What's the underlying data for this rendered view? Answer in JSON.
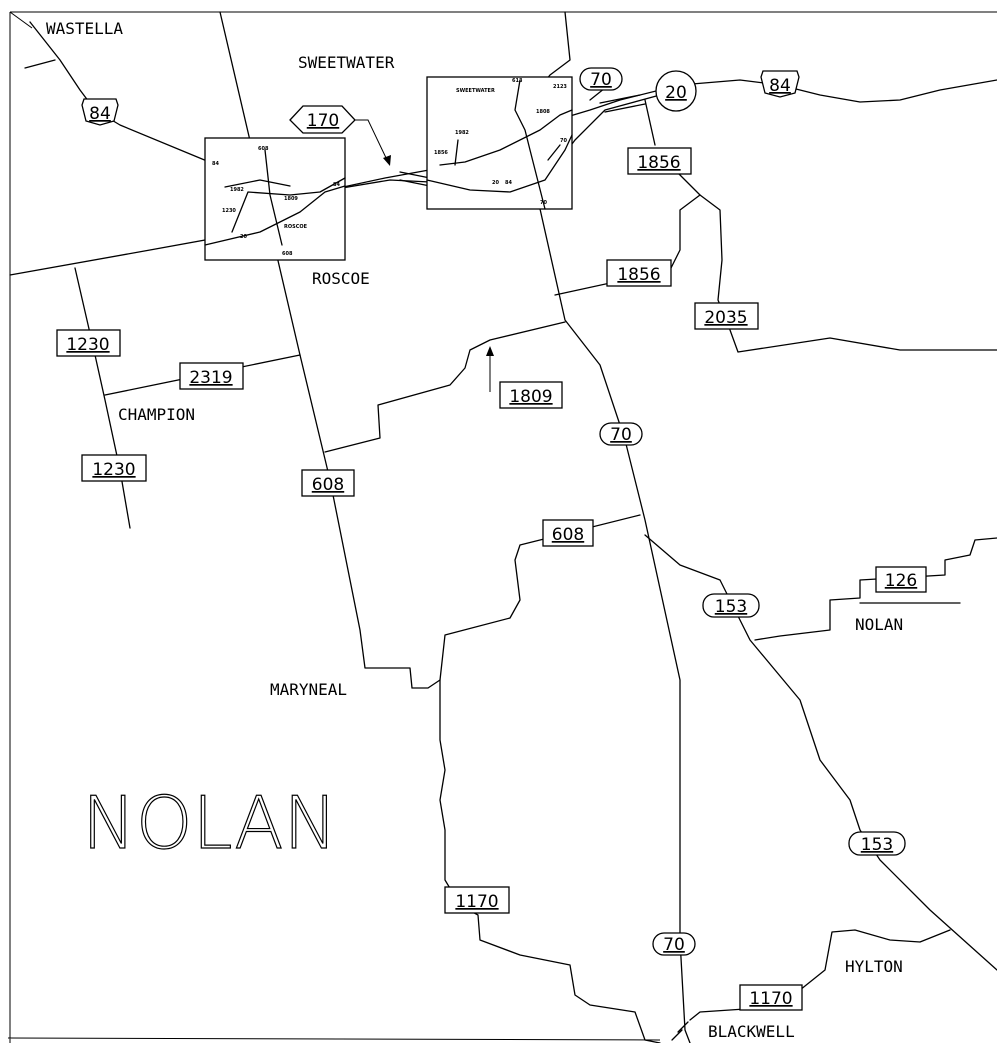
{
  "county": "NOLAN",
  "places": {
    "wastella": "WASTELLA",
    "sweetwater": "SWEETWATER",
    "roscoe": "ROSCOE",
    "champion": "CHAMPION",
    "maryneal": "MARYNEAL",
    "nolan": "NOLAN",
    "hylton": "HYLTON",
    "blackwell": "BLACKWELL"
  },
  "routes": {
    "us84_west": "84",
    "us84_east": "84",
    "sh70_north": "70",
    "ih20": "20",
    "loop170": "170",
    "fm1856_north": "1856",
    "fm1856_south": "1856",
    "fm2035": "2035",
    "fm1230_north": "1230",
    "fm1230_south": "1230",
    "fm2319": "2319",
    "fm1809": "1809",
    "sh70_mid": "70",
    "fm608_west": "608",
    "fm608_east": "608",
    "fm126": "126",
    "sh153_north": "153",
    "sh153_south": "153",
    "fm1170_west": "1170",
    "sh70_south": "70",
    "fm1170_east": "1170"
  },
  "insets": {
    "sweetwater_title": "SWEETWATER",
    "roscoe_title": "ROSCOE"
  }
}
